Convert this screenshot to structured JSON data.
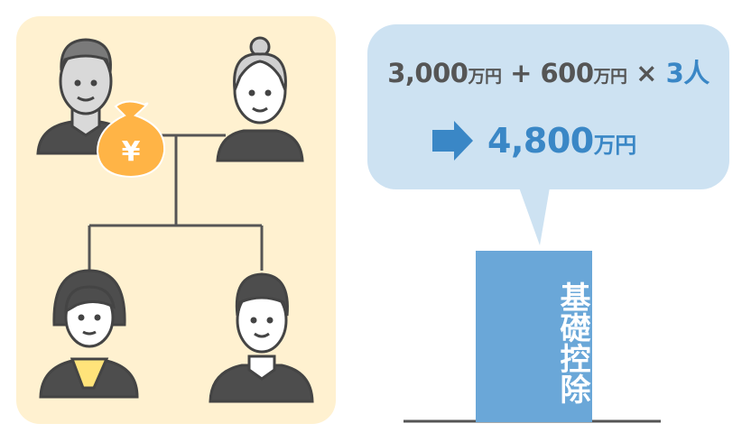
{
  "formula": {
    "base_amount": "3,000",
    "unit1": "万円",
    "plus": "+",
    "per_heir_amount": "600",
    "unit2": "万円",
    "times": "×",
    "heirs_count": "3人"
  },
  "result": {
    "amount": "4,800",
    "unit": "万円"
  },
  "bar_label": "基礎控除",
  "money_bag_symbol": "¥",
  "colors": {
    "panel": "#fff1d0",
    "bubble": "#cde2f2",
    "accent": "#3a87c6",
    "bar": "#6aa7d8",
    "money": "#ffb446",
    "text": "#555555"
  }
}
